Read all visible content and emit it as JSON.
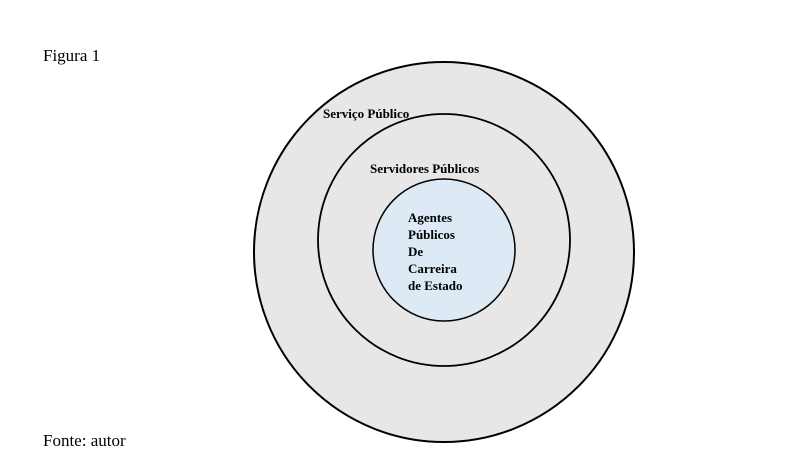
{
  "figure": {
    "label": "Figura 1",
    "source": "Fonte: autor"
  },
  "diagram": {
    "type": "nested-circles",
    "colors": {
      "outer_fill": "#e8e6e6",
      "middle_fill": "#e8e6e6",
      "inner_fill": "#ddeaf5",
      "stroke": "#000000"
    },
    "rings": [
      {
        "label": "Serviço Público"
      },
      {
        "label": "Servidores Públicos"
      },
      {
        "lines": [
          "Agentes",
          "Públicos",
          "De",
          "Carreira",
          "de Estado"
        ]
      }
    ]
  }
}
